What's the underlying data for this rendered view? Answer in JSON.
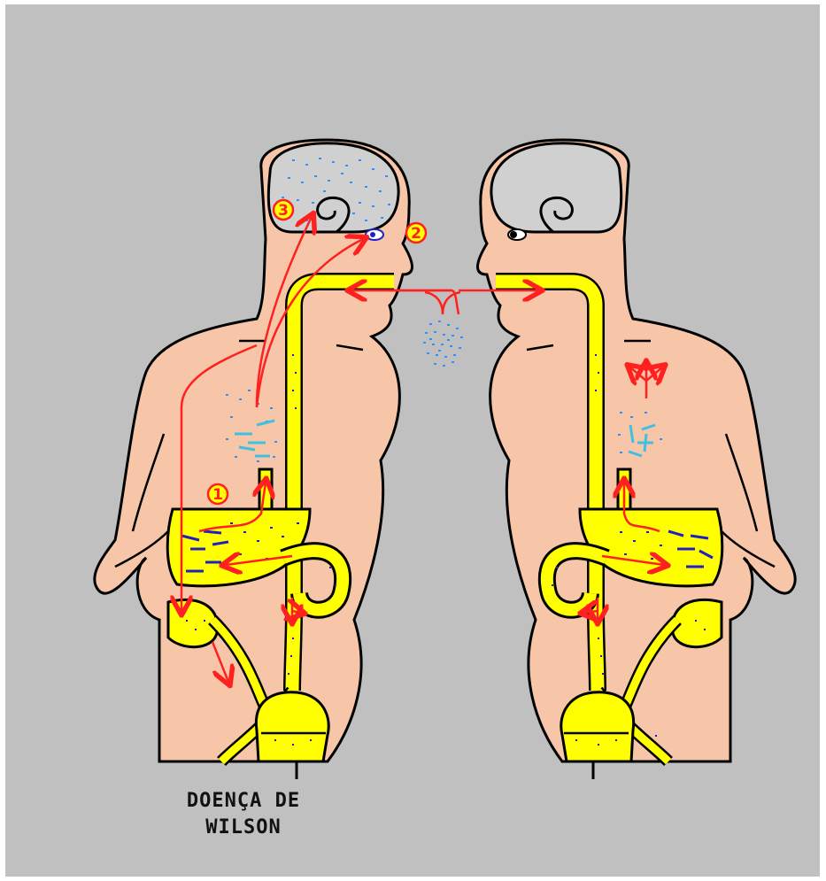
{
  "caption": {
    "line1": "DOENÇA DE",
    "line2": "WILSON"
  },
  "markers": [
    {
      "id": "1",
      "label": "1"
    },
    {
      "id": "2",
      "label": "2"
    },
    {
      "id": "3",
      "label": "3"
    }
  ],
  "colors": {
    "background": "#c0c0c0",
    "skin": "#f7c5a8",
    "brain": "#d0d0d0",
    "digestive": "#ffff00",
    "arrow": "#ff2020",
    "copper_dots": "#3090ff",
    "copper_deposits": "#2020c0",
    "copper_bars": "#40c0e0",
    "outline": "#000000",
    "marker_fill": "#ffff00",
    "marker_stroke": "#ff2020"
  },
  "icons": {
    "copper_particle": "dot",
    "copper_deposit": "bar",
    "flow": "arrow"
  }
}
